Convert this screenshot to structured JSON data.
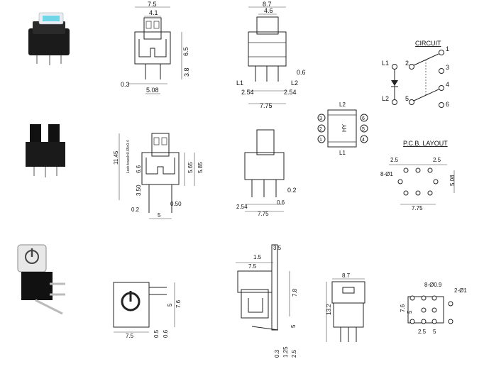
{
  "row1": {
    "front": {
      "w": "7.5",
      "inner": "4.1",
      "h1": "6.5",
      "h2": "3.8",
      "pin": "0.3",
      "pitch": "5.08"
    },
    "side": {
      "w": "8.7",
      "inner": "4.6",
      "l1": "L1",
      "l2": "L2",
      "pin": "0.6",
      "p1": "2.54",
      "p2": "2.54",
      "total": "7.75"
    },
    "circuit": {
      "title": "CIRCUIT",
      "l1": "L1",
      "l2": "L2",
      "pins": [
        "1",
        "2",
        "3",
        "4",
        "5",
        "6"
      ]
    }
  },
  "row2": {
    "front": {
      "h_total": "11.45",
      "lock": "Lock travel±0.65±0.4",
      "h1": "6.6",
      "h2": "5.65",
      "h3": "5.85",
      "h4": "3.50",
      "pin1": "0.50",
      "pin2": "0.2",
      "pitch": "5"
    },
    "side": {
      "pin": "0.2",
      "p": "2.54",
      "pin2": "0.6",
      "total": "7.75"
    },
    "top": {
      "l2": "L2",
      "l1": "L1",
      "label": "HY",
      "pins": [
        "1",
        "2",
        "3",
        "4",
        "5",
        "6"
      ]
    },
    "pcb": {
      "title": "P.C.B. LAYOUT",
      "p1": "2.5",
      "p2": "2.5",
      "hole": "8-Ø1",
      "h": "5.08",
      "w": "7.75"
    }
  },
  "row3": {
    "front": {
      "h1": "7.6",
      "h2": "5",
      "w": "7.5",
      "b1": "0.5",
      "b2": "0.6"
    },
    "side": {
      "top": "3.5",
      "w1": "1.5",
      "w2": "7.5",
      "h1": "7.8",
      "h2": "5",
      "b1": "0.3",
      "b2": "1.25",
      "b3": "2.5"
    },
    "back": {
      "w": "8.7",
      "h": "13.2"
    },
    "pcb": {
      "hole1": "8-Ø0.9",
      "hole2": "2-Ø1",
      "h1": "7.6",
      "h2": "5",
      "p1": "2.5",
      "p2": "5"
    }
  }
}
